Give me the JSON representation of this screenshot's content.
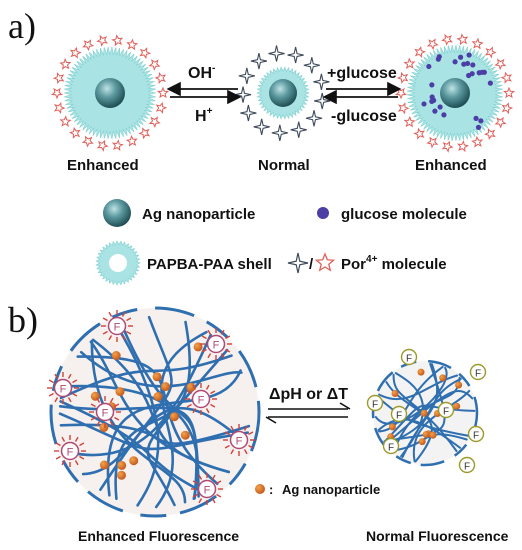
{
  "panel_a": {
    "label": "a)",
    "state_left": "Enhanced",
    "state_center": "Normal",
    "state_right": "Enhanced",
    "arrow_left_top": "OH",
    "arrow_left_top_sup": "-",
    "arrow_left_bottom": "H",
    "arrow_left_bottom_sup": "+",
    "arrow_right_top": "+glucose",
    "arrow_right_bottom": "-glucose",
    "legend": {
      "ag": "Ag nanoparticle",
      "glucose": "glucose molecule",
      "shell": "PAPBA-PAA shell",
      "por_sep": "/",
      "por_prefix": "Por",
      "por_sup": "4+",
      "por_suffix": " molecule"
    }
  },
  "panel_b": {
    "label": "b)",
    "arrow_label": "ΔpH or ΔT",
    "fluor_letter": "F",
    "legend_ag_sep": ":",
    "legend_ag": "Ag nanoparticle",
    "caption_left": "Enhanced Fluorescence",
    "caption_right": "Normal Fluorescence"
  },
  "colors": {
    "shell": "#a9e3e3",
    "shell_edge": "#7fd0d0",
    "ag_core": "#3f7f86",
    "glucose": "#4b3fa6",
    "star": "#e0605a",
    "polymer": "#2f6fb0",
    "nanoparticle": "#d66f1f",
    "fluor_ring": "#b04a73",
    "fluor_sun": "#d2433a",
    "fluor_normal": "#9a9a2a"
  }
}
